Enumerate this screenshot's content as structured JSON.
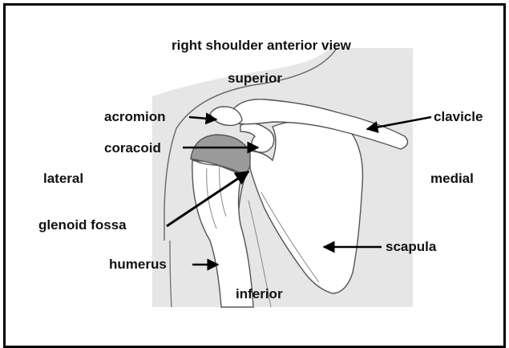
{
  "diagram": {
    "title": "right shoulder anterior view",
    "directions": {
      "superior": "superior",
      "inferior": "inferior",
      "lateral": "lateral",
      "medial": "medial"
    },
    "parts": {
      "acromion": "acromion",
      "coracoid": "coracoid",
      "glenoid_fossa": "glenoid fossa",
      "humerus": "humerus",
      "clavicle": "clavicle",
      "scapula": "scapula"
    },
    "colors": {
      "frame": "#000000",
      "background_panel": "#e6e6e6",
      "bone_fill": "#ffffff",
      "outline": "#555555",
      "cartilage_fill": "#9a9a9a",
      "arrow": "#000000",
      "label_text": "#111111"
    }
  }
}
